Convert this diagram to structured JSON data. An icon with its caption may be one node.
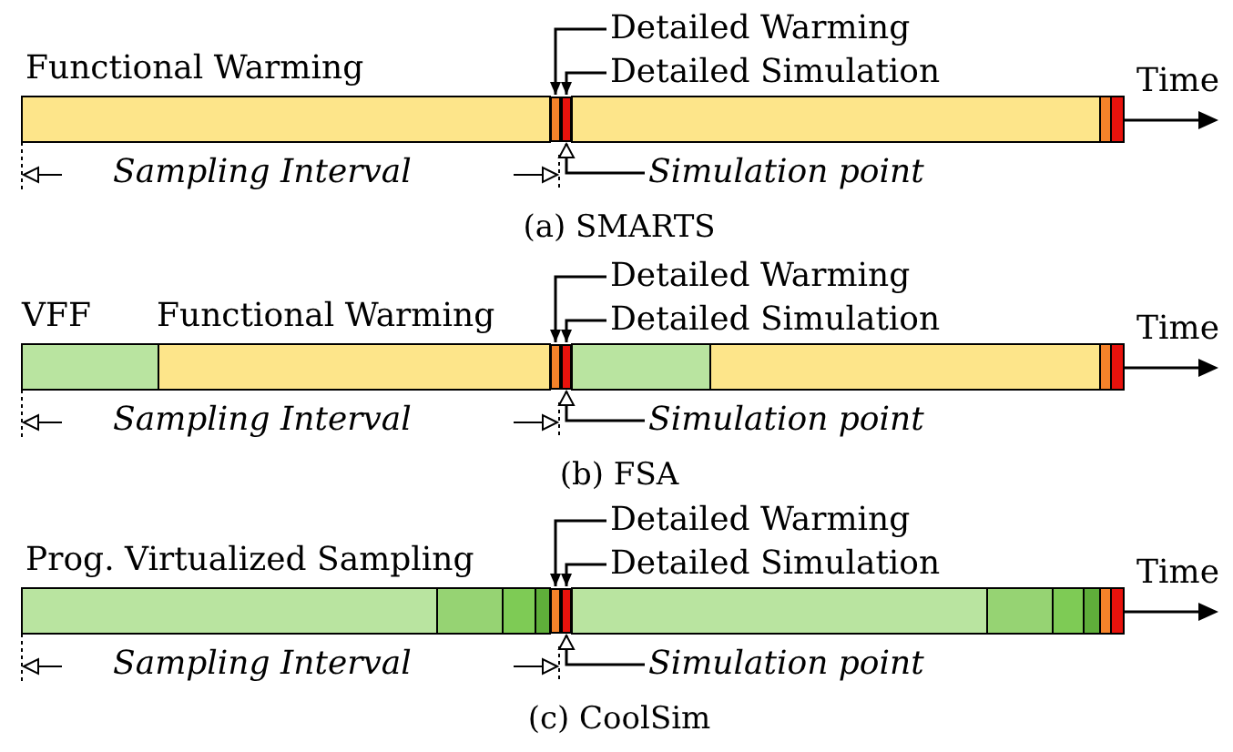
{
  "diagram": {
    "nodes": [
      {
        "text": [
          "Detailed Warming"
        ]
      },
      {
        "text": [
          "Detailed Simulation"
        ]
      },
      {
        "text": [],
        "shape": "bar"
      },
      {
        "text": [],
        "shape": "bar"
      },
      {
        "text": [
          "Simulation point"
        ]
      },
      {
        "text": [
          "Detailed Warming"
        ]
      },
      {
        "text": [
          "Detailed Simulation"
        ]
      },
      {
        "text": [],
        "shape": "bar"
      },
      {
        "text": [],
        "shape": "bar"
      },
      {
        "text": [
          "Simulation point"
        ]
      },
      {
        "text": [
          "Detailed Warming"
        ]
      },
      {
        "text": [
          "Detailed Simulation"
        ]
      },
      {
        "text": [],
        "shape": "bar"
      },
      {
        "text": [],
        "shape": "bar"
      },
      {
        "text": [
          "Simulation point"
        ]
      }
    ],
    "edges": [
      {
        "from": 0,
        "to": 2,
        "arrow": "to"
      },
      {
        "from": 1,
        "to": 3,
        "arrow": "to"
      },
      {
        "from": 4,
        "to": 3,
        "arrow": "to"
      },
      {
        "from": 5,
        "to": 7,
        "arrow": "to"
      },
      {
        "from": 6,
        "to": 8,
        "arrow": "to"
      },
      {
        "from": 9,
        "to": 8,
        "arrow": "to"
      },
      {
        "from": 10,
        "to": 12,
        "arrow": "to"
      },
      {
        "from": 11,
        "to": 13,
        "arrow": "to"
      },
      {
        "from": 14,
        "to": 13,
        "arrow": "to"
      }
    ],
    "labels": [
      "Functional Warming",
      "Time",
      "Sampling Interval",
      "(a) SMARTS",
      "VFF",
      "Functional Warming",
      "Time",
      "Sampling Interval",
      "(b) FSA",
      "Prog. Virtualized Sampling",
      "Time",
      "Sampling Interval",
      "(c) CoolSim"
    ]
  }
}
